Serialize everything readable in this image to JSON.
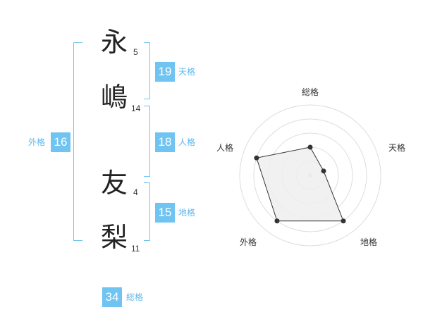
{
  "name_chars": [
    {
      "char": "永",
      "strokes": "5"
    },
    {
      "char": "嶋",
      "strokes": "14"
    },
    {
      "char": "友",
      "strokes": "4"
    },
    {
      "char": "梨",
      "strokes": "11"
    }
  ],
  "kaku": {
    "tenkaku": {
      "value": "19",
      "label": "天格"
    },
    "jinkaku": {
      "value": "18",
      "label": "人格"
    },
    "chikaku": {
      "value": "15",
      "label": "地格"
    },
    "gaikaku": {
      "value": "16",
      "label": "外格"
    },
    "soukaku": {
      "value": "34",
      "label": "総格"
    }
  },
  "radar": {
    "axes": [
      "総格",
      "天格",
      "地格",
      "外格",
      "人格"
    ],
    "levels": 5,
    "values": [
      2,
      1,
      4,
      4,
      4
    ],
    "colors": {
      "fill": "#efefef",
      "stroke": "#333333",
      "grid": "#dddddd",
      "point": "#333333"
    }
  },
  "colors": {
    "accent": "#6fc4f2"
  }
}
